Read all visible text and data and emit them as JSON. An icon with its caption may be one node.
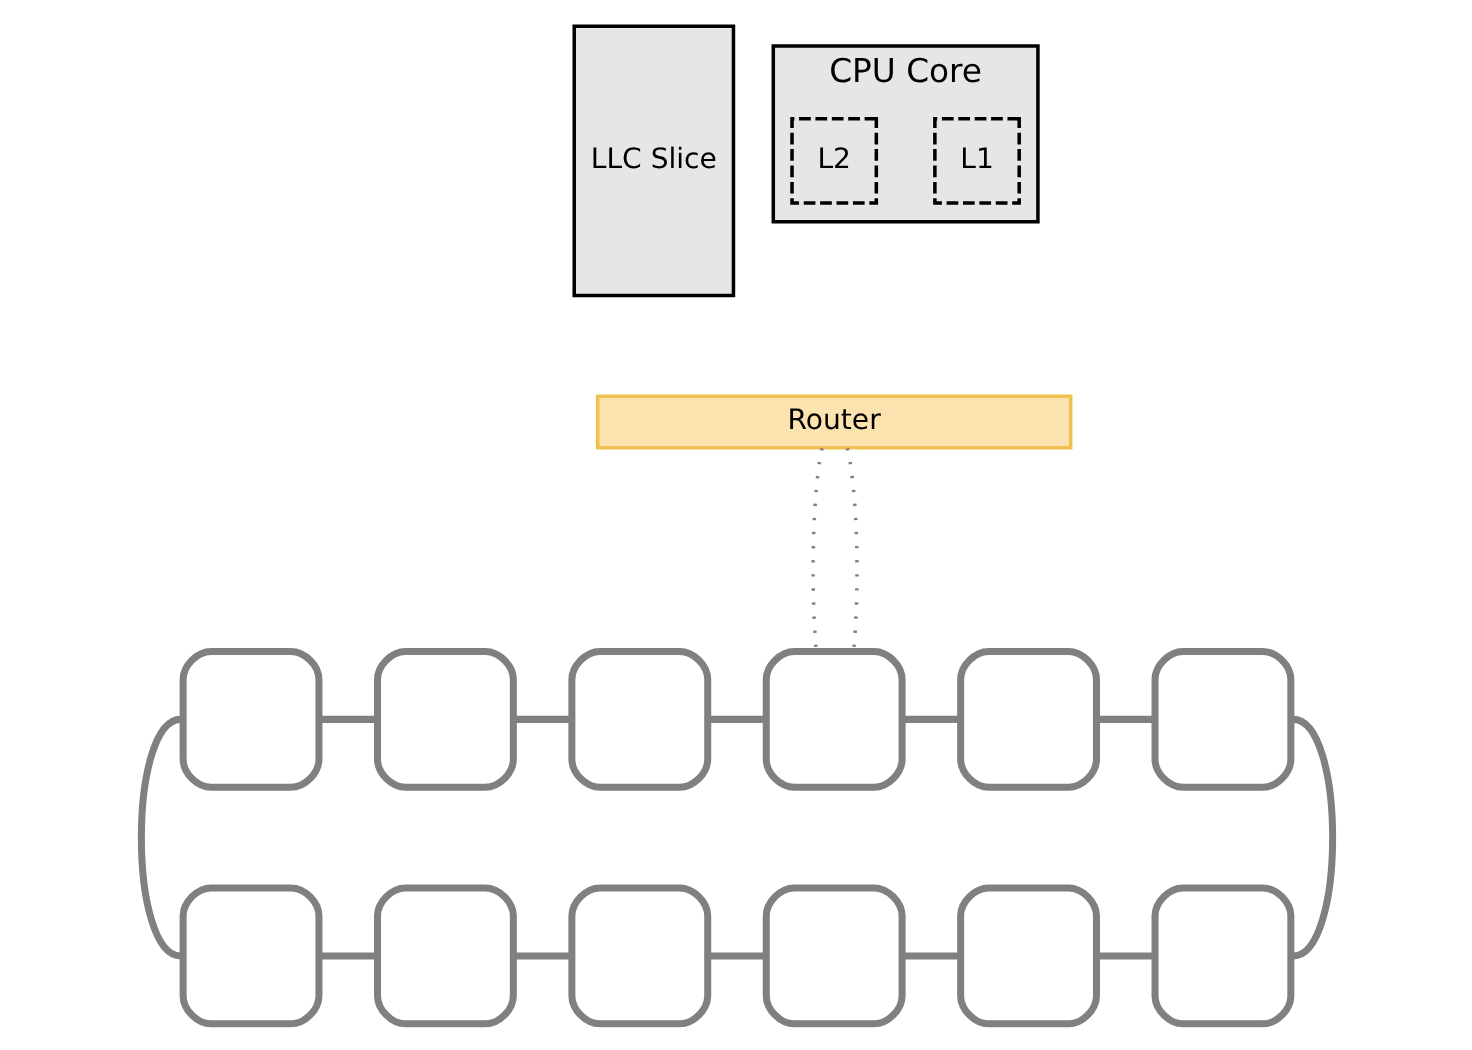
{
  "diagram": {
    "nodes": [
      {
        "text": [
          "LLC Slice"
        ]
      },
      {
        "text": [
          "CPU Core"
        ]
      },
      {
        "text": [
          "L1"
        ],
        "in": 1
      },
      {
        "text": [
          "L2"
        ],
        "in": 1
      },
      {
        "text": [
          "Router"
        ]
      },
      {
        "text": [],
        "shape": "box"
      },
      {
        "text": [],
        "shape": "box"
      },
      {
        "text": [],
        "shape": "box"
      },
      {
        "text": [],
        "shape": "box"
      },
      {
        "text": [],
        "shape": "box"
      },
      {
        "text": [],
        "shape": "box"
      },
      {
        "text": [],
        "shape": "box"
      },
      {
        "text": [],
        "shape": "box"
      },
      {
        "text": [],
        "shape": "box"
      },
      {
        "text": [],
        "shape": "box"
      },
      {
        "text": [],
        "shape": "box"
      },
      {
        "text": [],
        "shape": "box"
      }
    ],
    "edges": [
      {
        "from": 4,
        "to": 8,
        "arrow": "none",
        "style": "dashed"
      },
      {
        "from": 4,
        "to": 8,
        "arrow": "none",
        "style": "dashed"
      },
      {
        "from": 5,
        "to": 6,
        "arrow": "none"
      },
      {
        "from": 6,
        "to": 7,
        "arrow": "none"
      },
      {
        "from": 7,
        "to": 8,
        "arrow": "none"
      },
      {
        "from": 8,
        "to": 9,
        "arrow": "none"
      },
      {
        "from": 9,
        "to": 10,
        "arrow": "none"
      },
      {
        "from": 10,
        "to": 16,
        "arrow": "none"
      },
      {
        "from": 11,
        "to": 12,
        "arrow": "none"
      },
      {
        "from": 12,
        "to": 13,
        "arrow": "none"
      },
      {
        "from": 13,
        "to": 14,
        "arrow": "none"
      },
      {
        "from": 14,
        "to": 15,
        "arrow": "none"
      },
      {
        "from": 15,
        "to": 16,
        "arrow": "none"
      },
      {
        "from": 5,
        "to": 11,
        "arrow": "none"
      }
    ]
  }
}
